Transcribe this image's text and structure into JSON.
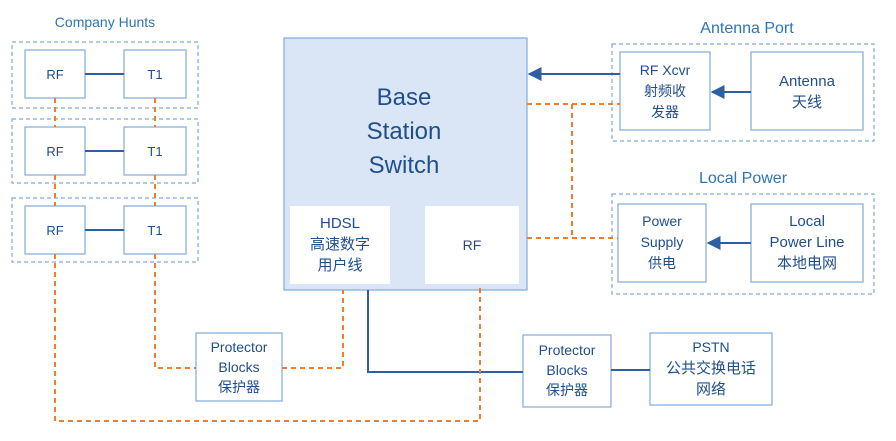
{
  "groups": {
    "company_hunts": "Company Hunts",
    "antenna_port": "Antenna Port",
    "local_power": "Local Power"
  },
  "hunts": [
    {
      "rf": "RF",
      "t1": "T1"
    },
    {
      "rf": "RF",
      "t1": "T1"
    },
    {
      "rf": "RF",
      "t1": "T1"
    }
  ],
  "base_station": {
    "title": [
      "Base",
      "Station",
      "Switch"
    ],
    "hdsl": [
      "HDSL",
      "高速数字",
      "用户线"
    ],
    "rf": "RF"
  },
  "rf_xcvr": [
    "RF Xcvr",
    "射频收",
    "发器"
  ],
  "antenna": [
    "Antenna",
    "天线"
  ],
  "power_supply": [
    "Power",
    "Supply",
    "供电"
  ],
  "local_power_line": [
    "Local",
    "Power Line",
    "本地电网"
  ],
  "protector_left": [
    "Protector",
    "Blocks",
    "保护器"
  ],
  "protector_right": [
    "Protector",
    "Blocks",
    "保护器"
  ],
  "pstn": [
    "PSTN",
    "公共交换电话",
    "网络"
  ],
  "colors": {
    "box_border": "#7faadc",
    "box_fill": "#ffffff",
    "base_fill": "#dae6f5",
    "dashed_group": "#7faadc",
    "solid_line": "#2e5fa3",
    "orange_dashed": "#ed7d31",
    "text": "#1f4e8c"
  }
}
